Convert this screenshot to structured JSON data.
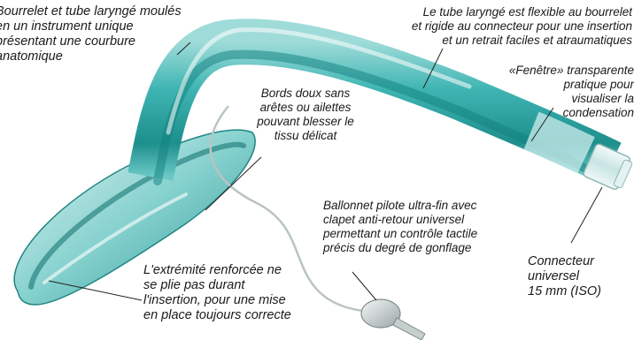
{
  "annotations": {
    "cuff": {
      "lines": [
        "Bourrelet et tube laryngé moulés",
        "en un instrument unique",
        "présentant une courbure",
        "anatomique"
      ]
    },
    "flexible_tube": {
      "lines": [
        "Le tube laryngé est flexible au bourrelet",
        "et rigide au connecteur pour une insertion",
        "et un retrait faciles et atraumatiques"
      ]
    },
    "window": {
      "lines": [
        "«Fenêtre» transparente",
        "pratique pour",
        "visualiser la",
        "condensation"
      ]
    },
    "soft_edges": {
      "lines": [
        "Bords doux sans",
        "arêtes ou ailettes",
        "pouvant blesser le",
        "tissu délicat"
      ]
    },
    "pilot_balloon": {
      "lines": [
        "Ballonnet pilote ultra-fin avec",
        "clapet anti-retour universel",
        "permettant un contrôle tactile",
        "précis du degré de gonflage"
      ]
    },
    "connector": {
      "lines": [
        "Connecteur",
        "universel",
        "15 mm (ISO)"
      ]
    },
    "tip": {
      "lines": [
        "L'extrémité renforcée ne",
        "se plie pas durant",
        "l'insertion, pour une mise",
        "en place toujours correcte"
      ]
    }
  },
  "colors": {
    "tube_main": "#3fb5b3",
    "tube_dark": "#14807d",
    "tube_light": "#b9e7e4",
    "connector": "#d9ecec",
    "leader_line": "#222222"
  }
}
